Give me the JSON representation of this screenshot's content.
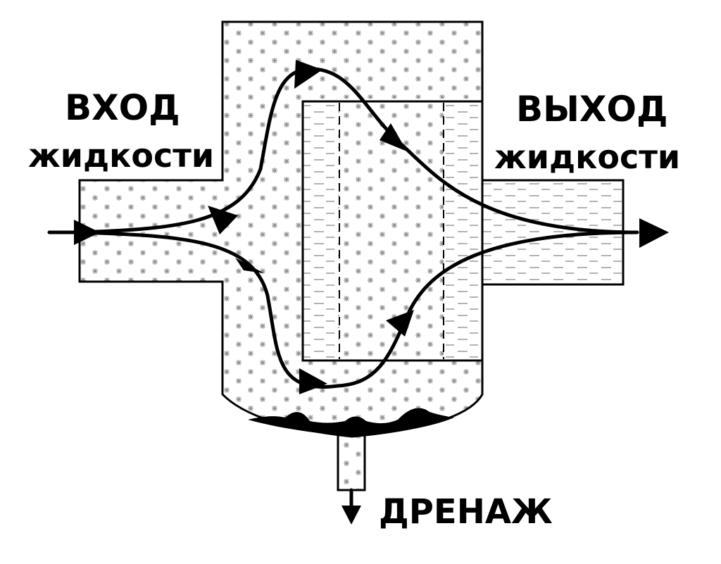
{
  "labels": {
    "inlet_line1": "ВХОД",
    "inlet_line2": "жидкости",
    "outlet_line1": "ВЫХОД",
    "outlet_line2": "жидкости",
    "drain": "ДРЕНАЖ"
  },
  "colors": {
    "line": "#000000",
    "background": "#ffffff",
    "pattern": "#8a8a8a"
  }
}
